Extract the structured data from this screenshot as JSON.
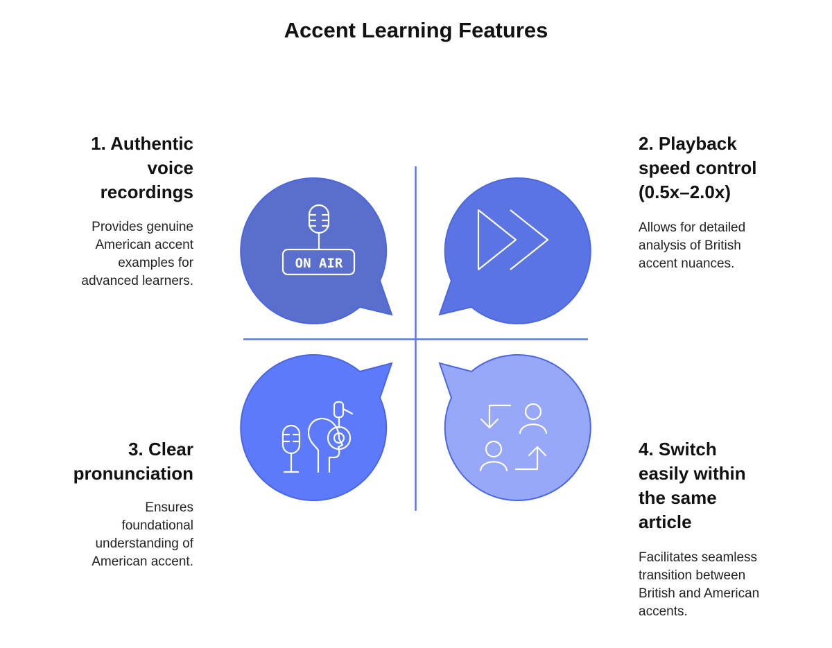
{
  "title": "Accent Learning Features",
  "colors": {
    "divider": "#5a78e4",
    "bubble_1": "#5a6fcc",
    "bubble_2": "#5a74e4",
    "bubble_3": "#5c7af9",
    "bubble_4": "#98a8f8",
    "bubble_stroke": "#4a66e0",
    "icon": "#ffffff"
  },
  "features": [
    {
      "heading_lines": [
        "1. Authentic",
        "voice",
        "recordings"
      ],
      "description_lines": [
        "Provides genuine",
        "American accent",
        "examples for",
        "advanced learners."
      ],
      "icon": "on-air-microphone-icon",
      "icon_text": "ON AIR"
    },
    {
      "heading_lines": [
        "2. Playback",
        "speed control",
        "(0.5x–2.0x)"
      ],
      "description_lines": [
        "Allows for detailed",
        "analysis of British",
        "accent nuances."
      ],
      "icon": "fast-forward-icon"
    },
    {
      "heading_lines": [
        "3. Clear",
        "pronunciation"
      ],
      "description_lines": [
        "Ensures",
        "foundational",
        "understanding of",
        "American accent."
      ],
      "icon": "listener-headset-microphone-icon"
    },
    {
      "heading_lines": [
        "4. Switch",
        "easily within",
        "the same",
        "article"
      ],
      "description_lines": [
        "Facilitates seamless",
        "transition between",
        "British and American",
        "accents."
      ],
      "icon": "switch-users-icon"
    }
  ]
}
